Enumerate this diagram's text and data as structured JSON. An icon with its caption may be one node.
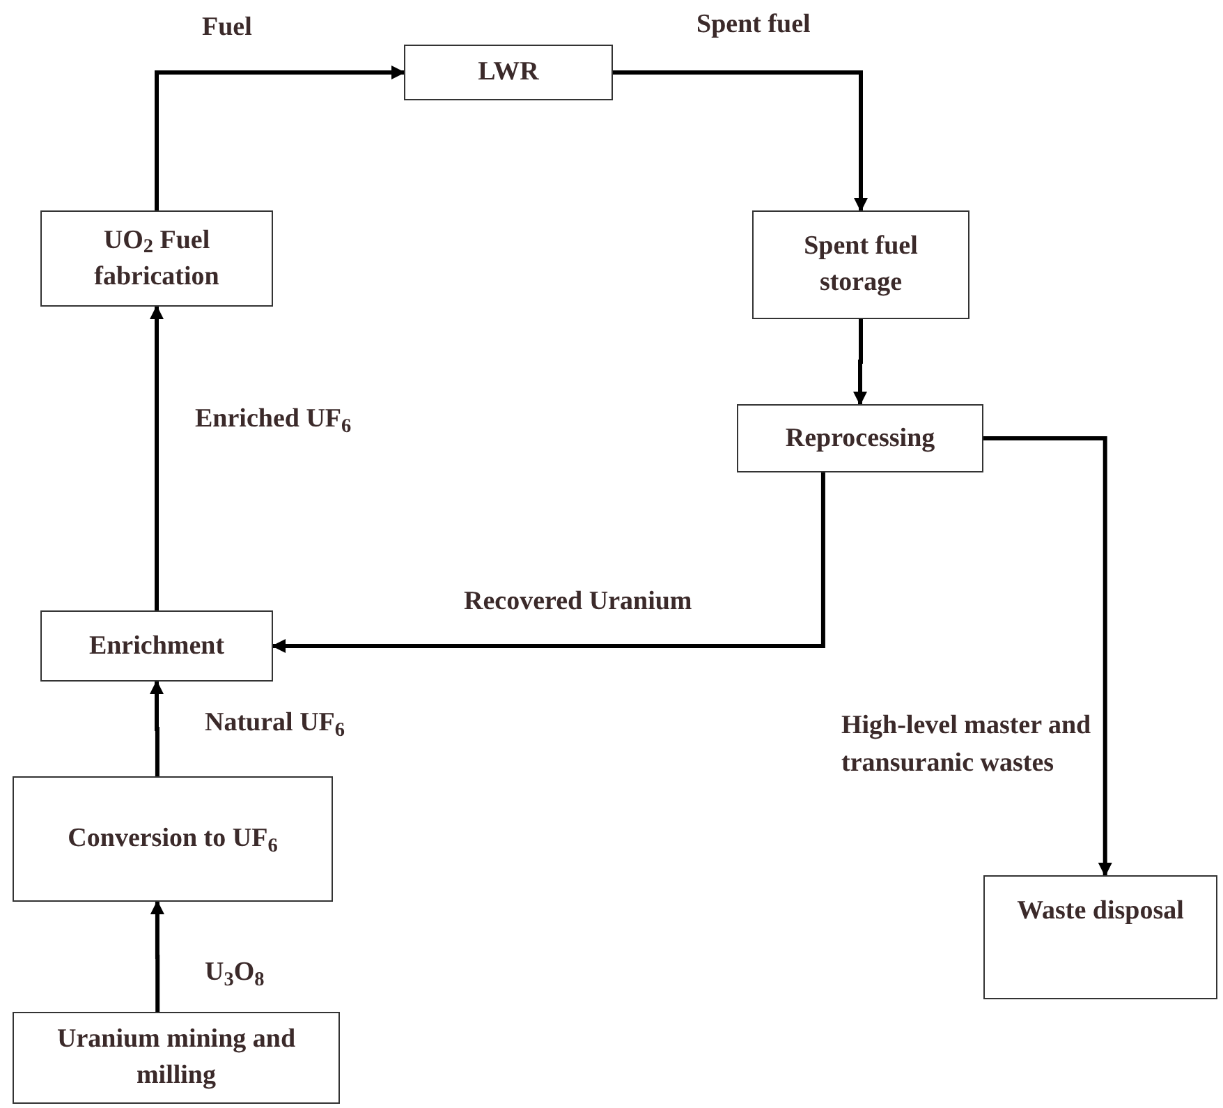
{
  "diagram": {
    "nodes": [
      {
        "text": [
          "LWR"
        ]
      },
      {
        "text": [
          "UO$_{2}$ Fuel fabrication"
        ]
      },
      {
        "text": [
          "Spent fuel storage"
        ]
      },
      {
        "text": [
          "Reprocessing"
        ]
      },
      {
        "text": [
          "Enrichment"
        ]
      },
      {
        "text": [
          "Conversion to UF$_{6}$"
        ]
      },
      {
        "text": [
          "Waste disposal"
        ]
      },
      {
        "text": [
          "Uranium mining and milling"
        ]
      }
    ],
    "edges": [
      {
        "from": 1,
        "to": 0,
        "arrow": "to",
        "label": "Fuel"
      },
      {
        "from": 0,
        "to": 2,
        "arrow": "to",
        "label": "Spent fuel"
      },
      {
        "from": 2,
        "to": 3,
        "arrow": "to"
      },
      {
        "from": 3,
        "to": 4,
        "arrow": "to",
        "label": "Recovered Uranium"
      },
      {
        "from": 3,
        "to": 6,
        "arrow": "to",
        "label": "High-level master and transuranic wastes"
      },
      {
        "from": 4,
        "to": 1,
        "arrow": "to",
        "label": "Enriched UF$_{6}$"
      },
      {
        "from": 5,
        "to": 4,
        "arrow": "to",
        "label": "Natural UF$_{6}$"
      },
      {
        "from": 7,
        "to": 5,
        "arrow": "to",
        "label": "U$_{3}$O$_{8}$"
      }
    ]
  }
}
